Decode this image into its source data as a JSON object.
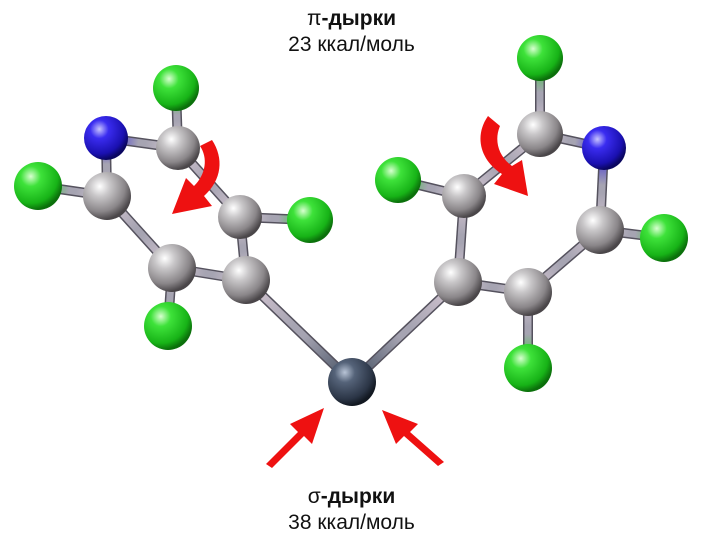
{
  "labels": {
    "pi": {
      "symbol": "π",
      "word": "-дырки",
      "energy": "23 ккал/моль"
    },
    "sigma": {
      "symbol": "σ",
      "word": "-дырки",
      "energy": "38 ккал/моль"
    }
  },
  "colors": {
    "carbon": "#9c9a9c",
    "nitrogen": "#2a1bdc",
    "chlorine": "#22d022",
    "central_atom": "#3d4a5c",
    "arrow": "#ee1111"
  },
  "molecule": {
    "atoms": [
      {
        "id": "m",
        "element": "central"
      },
      {
        "id": "lc1",
        "element": "C"
      },
      {
        "id": "lc2",
        "element": "C"
      },
      {
        "id": "lc3",
        "element": "C"
      },
      {
        "id": "lc4",
        "element": "C"
      },
      {
        "id": "lc5",
        "element": "C"
      },
      {
        "id": "ln",
        "element": "N"
      },
      {
        "id": "lcl1",
        "element": "Cl"
      },
      {
        "id": "lcl2",
        "element": "Cl"
      },
      {
        "id": "lcl3",
        "element": "Cl"
      },
      {
        "id": "lcl4",
        "element": "Cl"
      },
      {
        "id": "rc1",
        "element": "C"
      },
      {
        "id": "rc2",
        "element": "C"
      },
      {
        "id": "rc3",
        "element": "C"
      },
      {
        "id": "rc4",
        "element": "C"
      },
      {
        "id": "rc5",
        "element": "C"
      },
      {
        "id": "rn",
        "element": "N"
      },
      {
        "id": "rcl1",
        "element": "Cl"
      },
      {
        "id": "rcl2",
        "element": "Cl"
      },
      {
        "id": "rcl3",
        "element": "Cl"
      },
      {
        "id": "rcl4",
        "element": "Cl"
      }
    ],
    "bonds": [
      [
        "m",
        "lc1"
      ],
      [
        "lc1",
        "lc2"
      ],
      [
        "lc2",
        "lc3"
      ],
      [
        "lc3",
        "ln"
      ],
      [
        "ln",
        "lc4"
      ],
      [
        "lc4",
        "lc5"
      ],
      [
        "lc5",
        "lc1"
      ],
      [
        "lc2",
        "lcl1"
      ],
      [
        "lc3",
        "lcl2"
      ],
      [
        "lc4",
        "lcl3"
      ],
      [
        "lc5",
        "lcl4"
      ],
      [
        "m",
        "rc1"
      ],
      [
        "rc1",
        "rc2"
      ],
      [
        "rc2",
        "rc3"
      ],
      [
        "rc3",
        "rn"
      ],
      [
        "rn",
        "rc4"
      ],
      [
        "rc4",
        "rc5"
      ],
      [
        "rc5",
        "rc1"
      ],
      [
        "rc2",
        "rcl1"
      ],
      [
        "rc3",
        "rcl2"
      ],
      [
        "rc4",
        "rcl3"
      ],
      [
        "rc5",
        "rcl4"
      ]
    ]
  }
}
